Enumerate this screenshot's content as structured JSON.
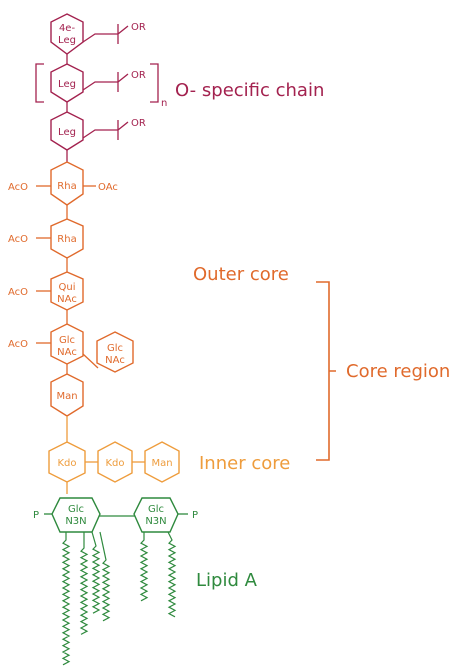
{
  "colors": {
    "o_chain": "#a3224f",
    "outer_core": "#e06a2c",
    "inner_core": "#ee9c3c",
    "lipid_a": "#2f8a3e"
  },
  "o_chain": {
    "label": "O- specific chain",
    "repeat_subscript": "n",
    "sugars": [
      {
        "line1": "4e-",
        "line2": "Leg",
        "substituent": "OR"
      },
      {
        "line1": "Leg",
        "line2": "",
        "substituent": "OR"
      },
      {
        "line1": "Leg",
        "line2": "",
        "substituent": "OR"
      }
    ]
  },
  "outer_core": {
    "label": "Outer core",
    "sugars": [
      {
        "line1": "Rha",
        "line2": "",
        "left_group": "AcO",
        "right_group": "OAc"
      },
      {
        "line1": "Rha",
        "line2": "",
        "left_group": "AcO",
        "right_group": ""
      },
      {
        "line1": "Qui",
        "line2": "NAc",
        "left_group": "AcO",
        "right_group": ""
      },
      {
        "line1": "Glc",
        "line2": "NAc",
        "left_group": "AcO",
        "right_group": ""
      },
      {
        "line1": "Man",
        "line2": "",
        "left_group": "",
        "right_group": ""
      }
    ],
    "branch": {
      "line1": "Glc",
      "line2": "NAc"
    }
  },
  "inner_core": {
    "label": "Inner core",
    "sugars": [
      {
        "line1": "Kdo"
      },
      {
        "line1": "Kdo"
      },
      {
        "line1": "Man"
      }
    ]
  },
  "core_region": {
    "label": "Core region"
  },
  "lipid_a": {
    "label": "Lipid A",
    "sugars": [
      {
        "line1": "Glc",
        "line2": "N3N"
      },
      {
        "line1": "Glc",
        "line2": "N3N"
      }
    ],
    "phosphate_left": "P",
    "phosphate_right": "P"
  }
}
